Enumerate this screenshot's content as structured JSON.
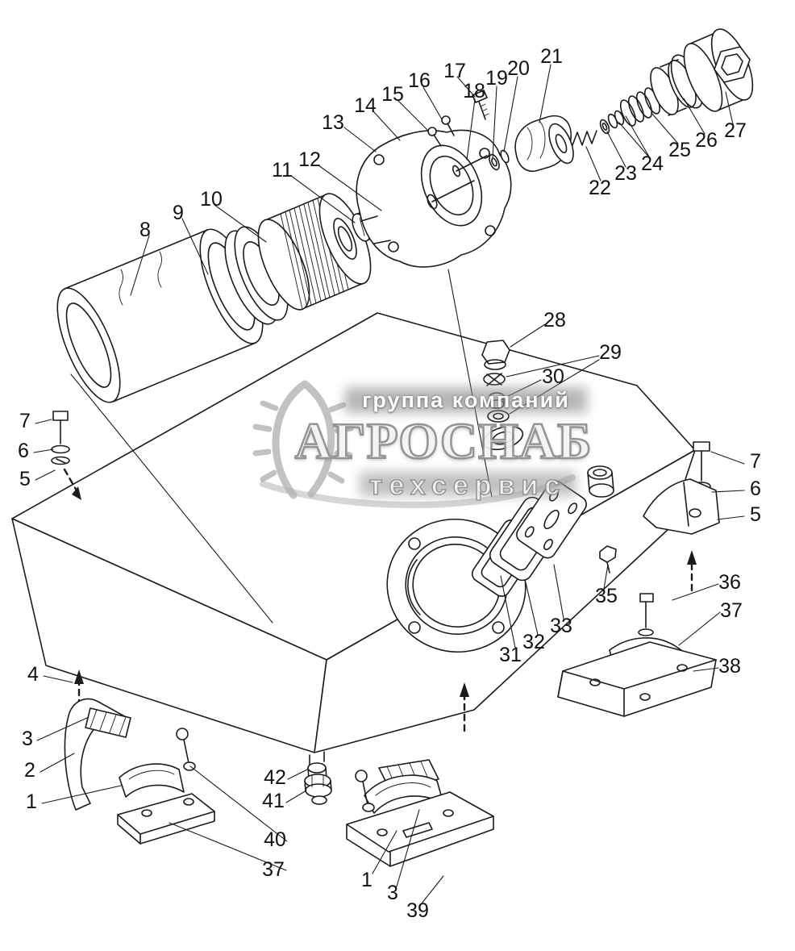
{
  "colors": {
    "line": "#1b1b1b",
    "background": "#ffffff",
    "watermark_gray": "#9e9e9e"
  },
  "watermark": {
    "line1": "группа компаний",
    "line2": "АГРОСНАБ",
    "line3": "техсервис"
  },
  "callouts": [
    "8",
    "9",
    "10",
    "11",
    "12",
    "13",
    "14",
    "15",
    "16",
    "17",
    "18",
    "19",
    "20",
    "21",
    "22",
    "23",
    "24",
    "25",
    "26",
    "27",
    "28",
    "29",
    "30",
    "7",
    "6",
    "5",
    "7",
    "6",
    "5",
    "4",
    "3",
    "2",
    "1",
    "42",
    "41",
    "40",
    "37",
    "36",
    "37",
    "38",
    "35",
    "31",
    "32",
    "33",
    "1",
    "3",
    "39"
  ]
}
